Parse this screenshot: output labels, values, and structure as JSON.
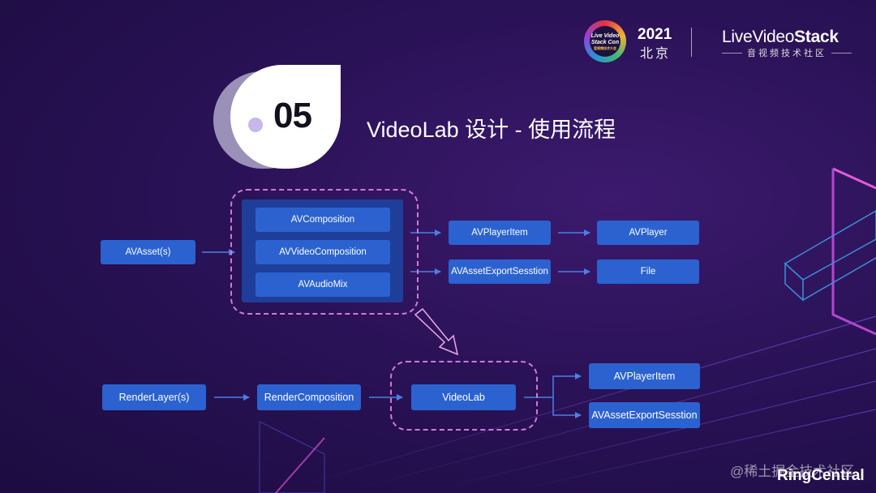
{
  "header": {
    "conf_logo_line1": "Live Video",
    "conf_logo_line2": "Stack Con",
    "conf_logo_cn": "音视频技术大会",
    "year": "2021",
    "city": "北京",
    "brand_prefix": "Live",
    "brand_mid": "Video",
    "brand_bold": "Stack",
    "brand_sub": "音视频技术社区"
  },
  "section": {
    "number": "05",
    "title": "VideoLab 设计 - 使用流程"
  },
  "diagram": {
    "top_flow": {
      "source": "AVAsset(s)",
      "group": [
        "AVComposition",
        "AVVideoComposition",
        "AVAudioMix"
      ],
      "play_target": "AVPlayerItem",
      "export_target": "AVAssetExportSesstion",
      "player": "AVPlayer",
      "file": "File"
    },
    "bottom_flow": {
      "source": "RenderLayer(s)",
      "composition": "RenderComposition",
      "videolab": "VideoLab",
      "play_target": "AVPlayerItem",
      "export_target": "AVAssetExportSesstion"
    }
  },
  "footer": {
    "watermark": "@稀土掘金技术社区",
    "logo": "RingCentral"
  },
  "colors": {
    "background": "#2a1257",
    "node": "#2b62cf",
    "panel": "#1f3e9a",
    "dashed_border": "#d07ad8",
    "arrow": "#4a7fe6"
  }
}
